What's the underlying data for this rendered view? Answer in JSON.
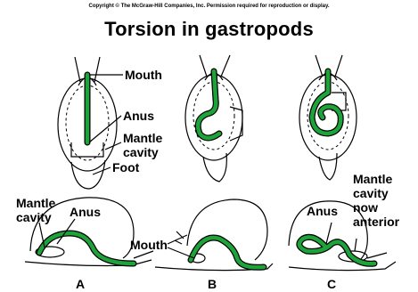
{
  "header": {
    "copyright": "Copyright © The McGraw-Hill Companies, Inc. Permission required for reproduction or display.",
    "title": "Torsion in gastropods"
  },
  "labels": {
    "mouth_top": "Mouth",
    "anus_top": "Anus",
    "mantle_top_line1": "Mantle",
    "mantle_top_line2": "cavity",
    "foot": "Foot",
    "mantle_left_line1": "Mantle",
    "mantle_left_line2": "cavity",
    "anus_left": "Anus",
    "mouth_bottom": "Mouth",
    "anus_right": "Anus",
    "mantle_right_line1": "Mantle",
    "mantle_right_line2": "cavity",
    "mantle_right_line3": "now",
    "mantle_right_line4": "anterior"
  },
  "panels": [
    "A",
    "B",
    "C"
  ],
  "colors": {
    "gut": "#1ea33b",
    "outline": "#000000"
  }
}
